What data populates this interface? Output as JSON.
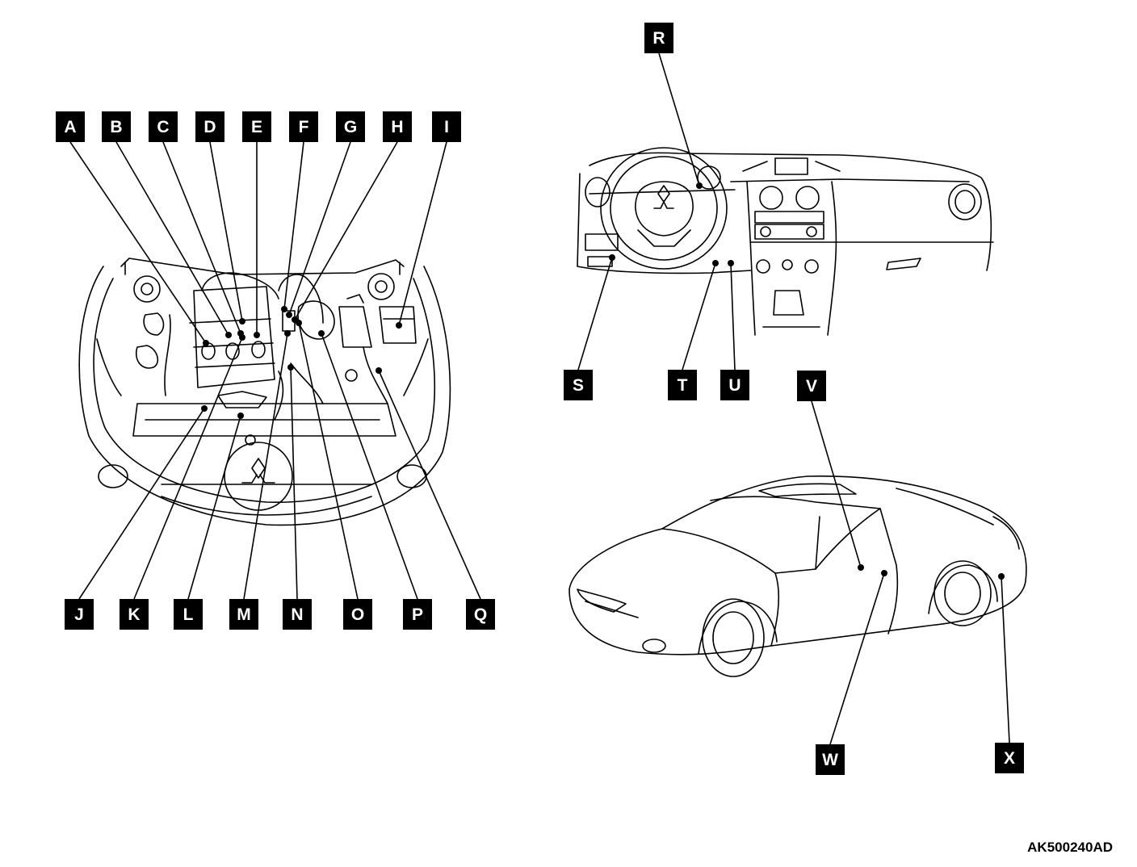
{
  "reference_code": "AK500240AD",
  "callouts": [
    {
      "id": "A",
      "label": "A"
    },
    {
      "id": "B",
      "label": "B"
    },
    {
      "id": "C",
      "label": "C"
    },
    {
      "id": "D",
      "label": "D"
    },
    {
      "id": "E",
      "label": "E"
    },
    {
      "id": "F",
      "label": "F"
    },
    {
      "id": "G",
      "label": "G"
    },
    {
      "id": "H",
      "label": "H"
    },
    {
      "id": "I",
      "label": "I"
    },
    {
      "id": "J",
      "label": "J"
    },
    {
      "id": "K",
      "label": "K"
    },
    {
      "id": "L",
      "label": "L"
    },
    {
      "id": "M",
      "label": "M"
    },
    {
      "id": "N",
      "label": "N"
    },
    {
      "id": "O",
      "label": "O"
    },
    {
      "id": "P",
      "label": "P"
    },
    {
      "id": "Q",
      "label": "Q"
    },
    {
      "id": "R",
      "label": "R"
    },
    {
      "id": "S",
      "label": "S"
    },
    {
      "id": "T",
      "label": "T"
    },
    {
      "id": "U",
      "label": "U"
    },
    {
      "id": "V",
      "label": "V"
    },
    {
      "id": "W",
      "label": "W"
    },
    {
      "id": "X",
      "label": "X"
    }
  ]
}
